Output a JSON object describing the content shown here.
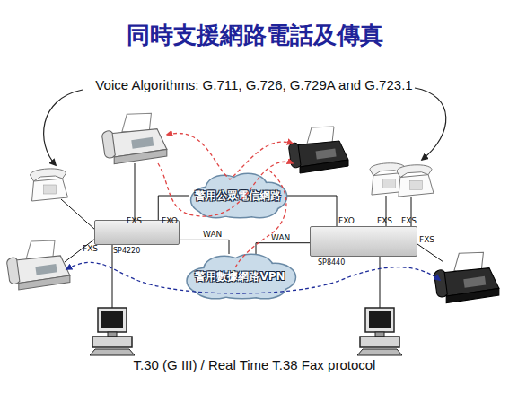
{
  "diagram": {
    "title": "同時支援網路電話及傳真",
    "caption": "T.30 (G III) / Real Time T.38 Fax protocol",
    "nodes": [
      {
        "text": [
          "警用公眾電信網路"
        ]
      },
      {
        "text": [
          "SP4220"
        ]
      },
      {
        "text": [
          "SP8440"
        ]
      },
      {
        "text": [
          "警用數據網路VPN"
        ]
      }
    ],
    "edges": [
      {
        "from": 1,
        "to": 0,
        "label": "FXO",
        "arrow": "none"
      },
      {
        "from": 2,
        "to": 0,
        "label": "FXO",
        "arrow": "none"
      },
      {
        "from": 1,
        "to": 3,
        "label": "WAN",
        "arrow": "none"
      },
      {
        "from": 2,
        "to": 3,
        "label": "WAN",
        "arrow": "none"
      }
    ],
    "labels": [
      "Voice Algorithms: G.711, G.726, G.729A and G.723.1",
      "FXS",
      "FXS",
      "FXS",
      "FXS",
      "FXS"
    ]
  }
}
